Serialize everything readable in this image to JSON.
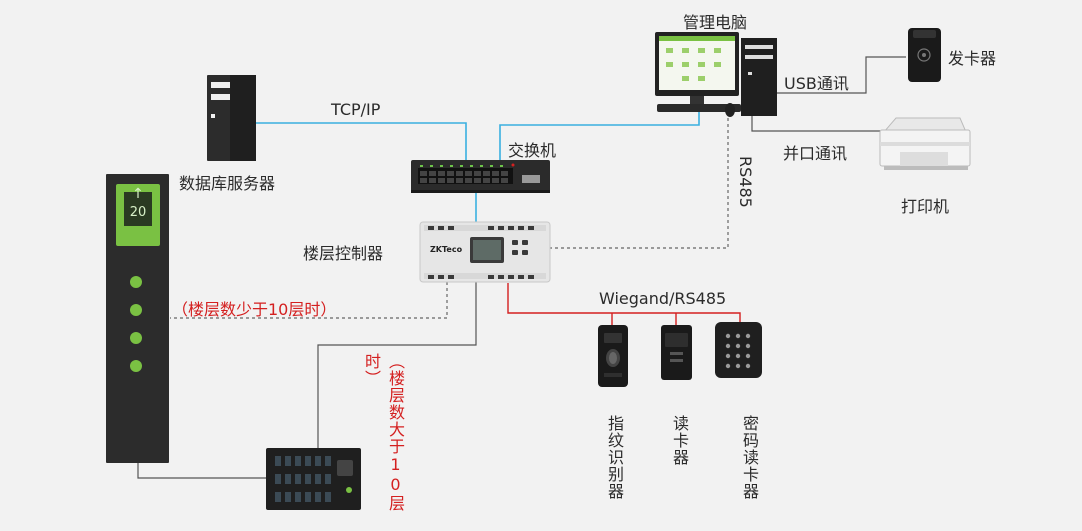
{
  "labels": {
    "mgmt_pc": "管理电脑",
    "card_issuer": "发卡器",
    "usb": "USB通讯",
    "parallel": "并口通讯",
    "printer": "打印机",
    "tcpip": "TCP/IP",
    "switch": "交换机",
    "db_server": "数据库服务器",
    "rs485": "RS485",
    "floor_controller": "楼层控制器",
    "less_than_10": "（楼层数少于10层时）",
    "greater_than_10": "（楼层数大于10层时）",
    "wiegand": "Wiegand/RS485",
    "fingerprint": "指纹识别器",
    "card_reader": "读卡器",
    "keypad_reader": "密码读卡器",
    "elevator_floor": "20",
    "elevator_arrow": "↑",
    "zk_logo": "ZKTeco"
  },
  "colors": {
    "blue_line": "#3ab0e0",
    "red_line": "#d42020",
    "gray_line": "#555555",
    "dashed_line": "#666666",
    "elevator_green": "#7ac143",
    "elevator_dark": "#2b2b2b",
    "background": "#f2f2f2"
  }
}
